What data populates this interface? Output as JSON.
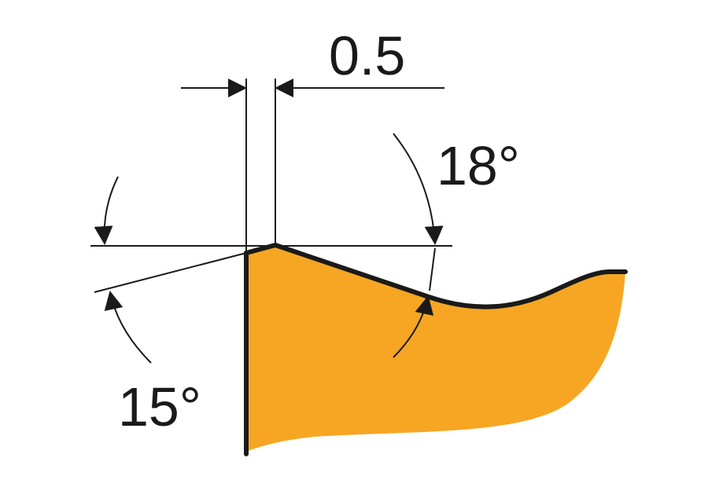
{
  "labels": {
    "top_dimension": "0.5",
    "right_angle": "18°",
    "left_angle": "15°"
  },
  "colors": {
    "tool_fill": "#f6a623",
    "outline": "#1a1a1a",
    "background": "#ffffff"
  }
}
